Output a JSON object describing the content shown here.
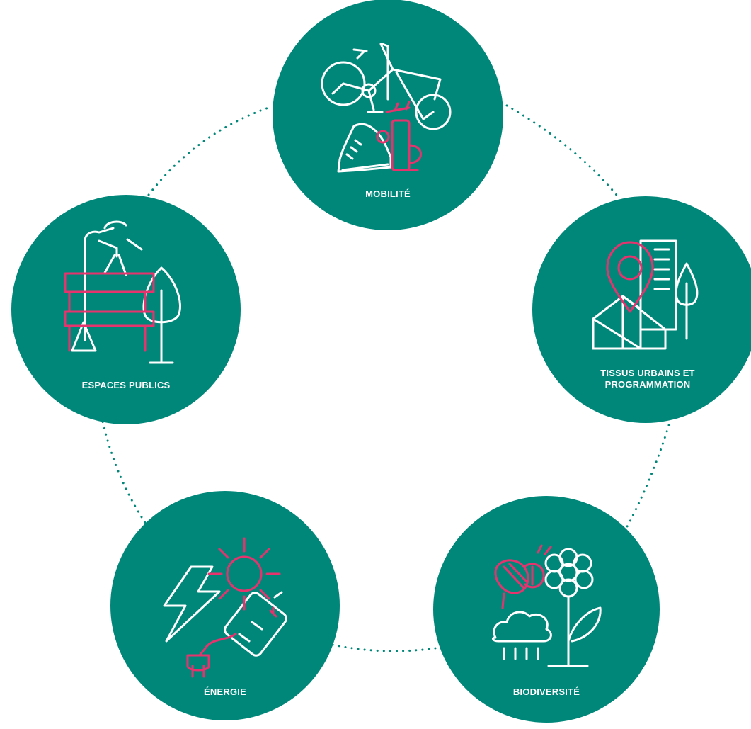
{
  "colors": {
    "teal": "#00877a",
    "pink": "#e6336e",
    "white": "#ffffff",
    "connector": "#00877a"
  },
  "nodes": [
    {
      "id": "mobilite",
      "label": "MOBILITÉ",
      "icon": "cargo-bike-shoe-pump-icon"
    },
    {
      "id": "tissus",
      "label": "TISSUS URBAINS ET\nPROGRAMMATION",
      "icon": "location-pin-houses-tree-icon"
    },
    {
      "id": "biodiversite",
      "label": "BIODIVERSITÉ",
      "icon": "bee-flower-cloud-icon"
    },
    {
      "id": "energie",
      "label": "ÉNERGIE",
      "icon": "lightning-sun-battery-plug-icon"
    },
    {
      "id": "espaces",
      "label": "ESPACES PUBLICS",
      "icon": "streetlight-bench-tree-icon"
    }
  ]
}
